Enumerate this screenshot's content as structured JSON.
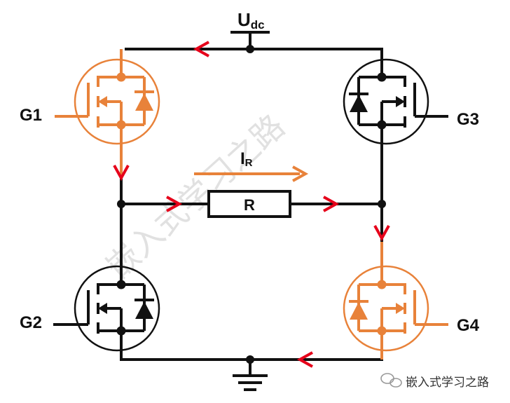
{
  "labels": {
    "supply_main": "U",
    "supply_sub": "dc",
    "g1": "G1",
    "g2": "G2",
    "g3": "G3",
    "g4": "G4",
    "resistor": "R",
    "current_main": "I",
    "current_sub": "R"
  },
  "watermark": {
    "diagonal": "嵌入式学习之路",
    "corner": "嵌入式学习之路"
  },
  "colors": {
    "conducting": "#E8823A",
    "off": "#111111",
    "current_arrow": "#E6001A",
    "watermark": "#c9c9c9"
  }
}
